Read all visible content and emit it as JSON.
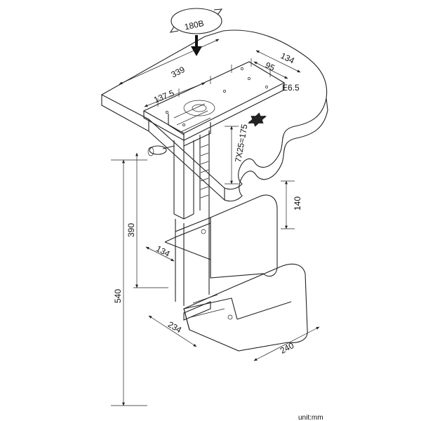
{
  "diagram": {
    "rotation_label": "180B",
    "unit_label": "unit:mm",
    "dimensions": {
      "d339": "339",
      "d134_top": "134",
      "d95": "95",
      "e65": "E6.5",
      "d137_5": "137.5",
      "d7x25": "7X25=175",
      "d140": "140",
      "d390": "390",
      "d134_left": "134",
      "d540": "540",
      "d234": "234",
      "d240": "240"
    }
  }
}
